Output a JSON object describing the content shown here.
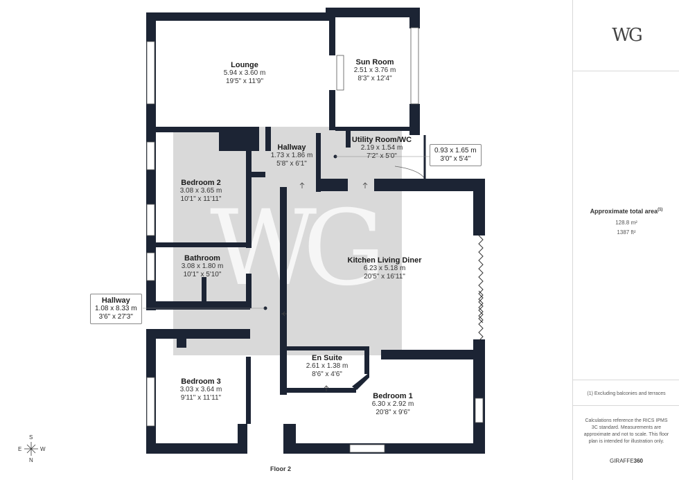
{
  "rooms": {
    "lounge": {
      "name": "Lounge",
      "metric": "5.94 x 3.60 m",
      "imperial": "19'5\" x 11'9\""
    },
    "sun_room": {
      "name": "Sun Room",
      "metric": "2.51 x 3.76 m",
      "imperial": "8'3\" x 12'4\""
    },
    "hallway_upper": {
      "name": "Hallway",
      "metric": "1.73 x 1.86 m",
      "imperial": "5'8\" x 6'1\""
    },
    "utility": {
      "name": "Utility Room/WC",
      "metric": "2.19 x 1.54 m",
      "imperial": "7'2\" x 5'0\""
    },
    "porch": {
      "metric": "0.93 x 1.65 m",
      "imperial": "3'0\" x 5'4\""
    },
    "bedroom2": {
      "name": "Bedroom 2",
      "metric": "3.08 x 3.65 m",
      "imperial": "10'1\" x 11'11\""
    },
    "bathroom": {
      "name": "Bathroom",
      "metric": "3.08 x 1.80 m",
      "imperial": "10'1\" x 5'10\""
    },
    "kitchen": {
      "name": "Kitchen Living Diner",
      "metric": "6.23 x 5.18 m",
      "imperial": "20'5\" x 16'11\""
    },
    "hallway_main": {
      "name": "Hallway",
      "metric": "1.08 x 8.33 m",
      "imperial": "3'6\" x 27'3\""
    },
    "en_suite": {
      "name": "En Suite",
      "metric": "2.61 x 1.38 m",
      "imperial": "8'6\" x 4'6\""
    },
    "bedroom3": {
      "name": "Bedroom 3",
      "metric": "3.03 x 3.64 m",
      "imperial": "9'11\" x 11'11\""
    },
    "bedroom1": {
      "name": "Bedroom 1",
      "metric": "6.30 x 2.92 m",
      "imperial": "20'8\" x 9'6\""
    }
  },
  "floor_label": "Floor 2",
  "compass": {
    "n": "N",
    "s": "S",
    "e": "E",
    "w": "W"
  },
  "panel": {
    "logo": "WG",
    "area_title": "Approximate total area",
    "area_superscript": "(1)",
    "area_m2": "128.8 m²",
    "area_ft2": "1387 ft²",
    "footnote": "(1) Excluding balconies and terraces",
    "disclaimer": "Calculations reference the RICS IPMS 3C standard. Measurements are approximate and not to scale. This floor plan is intended for illustration only.",
    "brand_plain": "GIRAFFE",
    "brand_bold": "360"
  },
  "watermark": "WG",
  "colors": {
    "wall": "#1c2434",
    "highlight": "#d9d9d9",
    "window": "#ffffff"
  }
}
